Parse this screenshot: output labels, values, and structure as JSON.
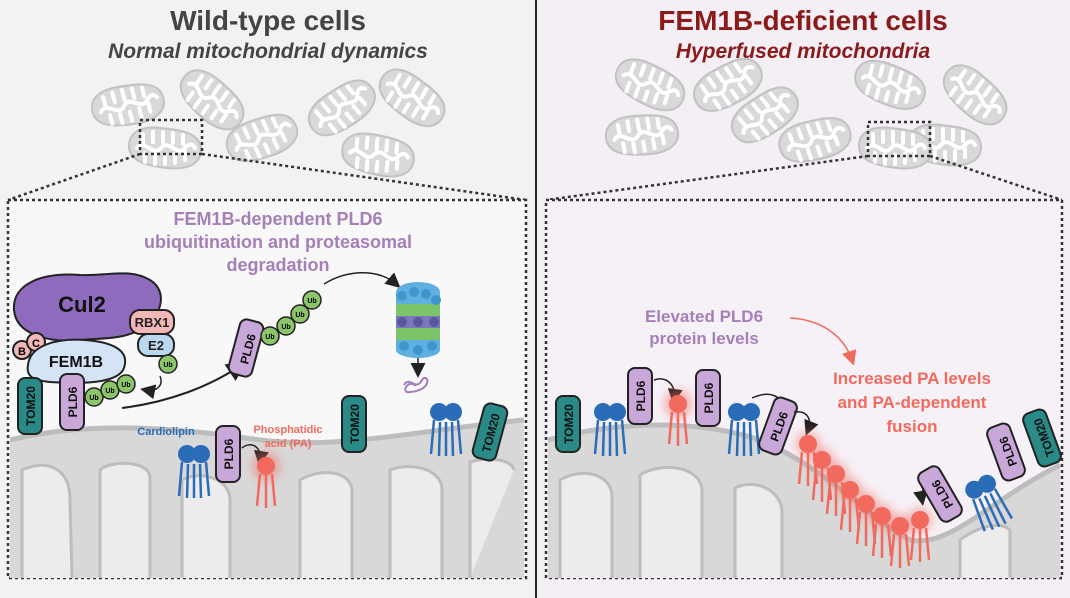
{
  "left": {
    "title": "Wild-type cells",
    "subtitle": "Normal mitochondrial dynamics",
    "caption_line1": "FEM1B-dependent PLD6",
    "caption_line2": "ubiquitination and proteasomal",
    "caption_line3": "degradation",
    "cul2": "Cul2",
    "rbx1": "RBX1",
    "e2": "E2",
    "fem1b": "FEM1B",
    "b": "B",
    "c": "C",
    "ub": "Ub",
    "pld6": "PLD6",
    "tom20": "TOM20",
    "cardiolipin": "Cardiolipin",
    "pa_line1": "Phosphatidic",
    "pa_line2": "acid (PA)"
  },
  "right": {
    "title": "FEM1B-deficient cells",
    "subtitle": "Hyperfused mitochondria",
    "elevated_line1": "Elevated PLD6",
    "elevated_line2": "protein levels",
    "increased_line1": "Increased PA levels",
    "increased_line2": "and PA-dependent",
    "increased_line3": "fusion",
    "pld6": "PLD6",
    "tom20": "TOM20"
  },
  "colors": {
    "left_bg": "#f2f2f2",
    "right_bg": "#f4eef5",
    "title_left": "#444444",
    "title_right": "#8b1a1a",
    "caption_purple": "#a57fb8",
    "pa_red": "#f26a5e",
    "cardiolipin_blue": "#2b6cb8",
    "tom20_teal": "#2a8a87",
    "pld6_purple": "#c9a7d8",
    "ub_green": "#8cc46a",
    "cul2_purple": "#8e6bbd",
    "rbx1_pink": "#f2b8b8",
    "e2_blue": "#bcd8f0",
    "fem1b_blue": "#d5e3f6"
  },
  "icons": [
    "mitochondrion-icon",
    "proteasome-icon",
    "arrow-icon",
    "lipid-icon"
  ]
}
